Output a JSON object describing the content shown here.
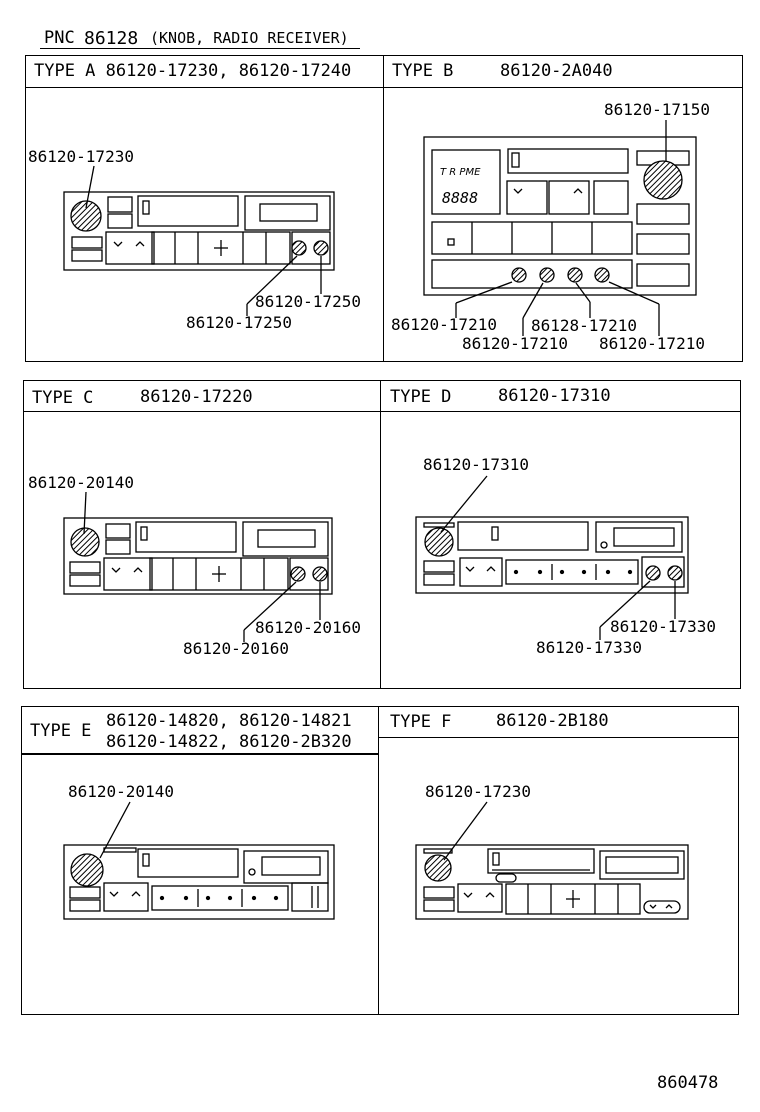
{
  "header": {
    "pnc_label": "PNC",
    "pnc_number": "86128",
    "pnc_desc": "(KNOB, RADIO RECEIVER)"
  },
  "footer": {
    "code": "860478"
  },
  "types": {
    "a": {
      "title": "TYPE A 86120-17230, 86120-17240",
      "labels": [
        "86120-17230",
        "86120-17250",
        "86120-17250"
      ]
    },
    "b": {
      "title_type": "TYPE B",
      "title_num": "86120-2A040",
      "display_text": "T R PME",
      "display_digits": "8888",
      "labels": [
        "86120-17150",
        "86120-17210",
        "86128-17210",
        "86120-17210",
        "86120-17210"
      ]
    },
    "c": {
      "title_type": "TYPE C",
      "title_num": "86120-17220",
      "labels": [
        "86120-20140",
        "86120-20160",
        "86120-20160"
      ]
    },
    "d": {
      "title_type": "TYPE D",
      "title_num": "86120-17310",
      "labels": [
        "86120-17310",
        "86120-17330",
        "86120-17330"
      ]
    },
    "e": {
      "title_type": "TYPE E",
      "line1": "86120-14820, 86120-14821",
      "line2": "86120-14822, 86120-2B320",
      "labels": [
        "86120-20140"
      ]
    },
    "f": {
      "title_type": "TYPE F",
      "title_num": "86120-2B180",
      "labels": [
        "86120-17230"
      ]
    }
  }
}
